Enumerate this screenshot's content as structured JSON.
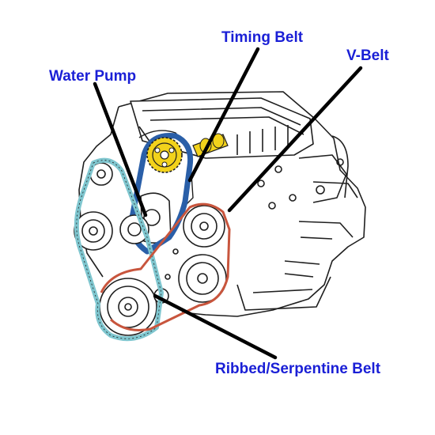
{
  "labels": {
    "water_pump": "Water Pump",
    "timing_belt": "Timing Belt",
    "v_belt": "V-Belt",
    "ribbed_belt": "Ribbed/Serpentine Belt"
  },
  "colors": {
    "label_text": "#1a1fd6",
    "pointer": "#000000",
    "timing_belt": "#2a5fa8",
    "ribbed_belt": "#7fc6cf",
    "v_belt": "#c8553d",
    "timing_gear": "#f2d21b",
    "drawing_line": "#1f1f1f"
  }
}
